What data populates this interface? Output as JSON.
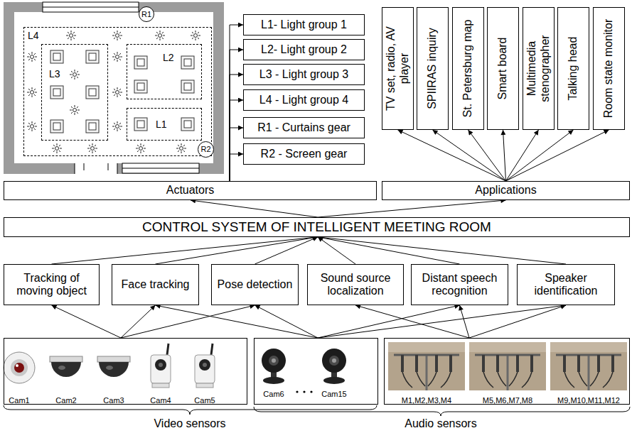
{
  "diagram": {
    "nodes": [
      {
        "text": [
          "L4"
        ]
      },
      {
        "text": [
          "L3"
        ],
        "in": 0
      },
      {
        "text": [
          "L2"
        ],
        "in": 0
      },
      {
        "text": [
          "L1"
        ],
        "in": 0
      },
      {
        "text": [
          "R1"
        ]
      },
      {
        "text": [
          "R2"
        ]
      },
      {
        "text": [
          "L1- Light group 1"
        ]
      },
      {
        "text": [
          "L2- Light group 2"
        ]
      },
      {
        "text": [
          "L3 - Light group 3"
        ]
      },
      {
        "text": [
          "L4 - Light group 4"
        ]
      },
      {
        "text": [
          "R1 - Curtains gear"
        ]
      },
      {
        "text": [
          "R2 - Screen gear"
        ]
      },
      {
        "text": [
          "TV set, radio, AV player"
        ]
      },
      {
        "text": [
          "SPIIRAS inquiry"
        ]
      },
      {
        "text": [
          "St. Petersburg map"
        ]
      },
      {
        "text": [
          "Smart board"
        ]
      },
      {
        "text": [
          "Multimedia stenographer"
        ]
      },
      {
        "text": [
          "Talking head"
        ]
      },
      {
        "text": [
          "Room state monitor"
        ]
      },
      {
        "text": [
          "Actuators"
        ]
      },
      {
        "text": [
          "Applications"
        ]
      },
      {
        "text": [
          "CONTROL SYSTEM OF INTELLIGENT MEETING ROOM"
        ]
      },
      {
        "text": [
          "Tracking of moving object"
        ]
      },
      {
        "text": [
          "Face tracking"
        ]
      },
      {
        "text": [
          "Pose detection"
        ]
      },
      {
        "text": [
          "Sound source localization"
        ]
      },
      {
        "text": [
          "Distant speech recognition"
        ]
      },
      {
        "text": [
          "Speaker identification"
        ]
      },
      {
        "text": [
          "Cam1",
          "Cam2",
          "Cam3",
          "Cam4",
          "Cam5"
        ]
      },
      {
        "text": [
          "Cam6",
          "Cam15"
        ]
      },
      {
        "text": [
          "M1,M2,M3,M4",
          "M5,M6,M7,M8",
          "M9,M10,M11,M12"
        ]
      }
    ],
    "edges": [
      {
        "from": 19,
        "to": 6,
        "arrow": "to"
      },
      {
        "from": 19,
        "to": 7,
        "arrow": "to"
      },
      {
        "from": 19,
        "to": 8,
        "arrow": "to"
      },
      {
        "from": 19,
        "to": 9,
        "arrow": "to"
      },
      {
        "from": 19,
        "to": 10,
        "arrow": "to"
      },
      {
        "from": 19,
        "to": 11,
        "arrow": "to"
      },
      {
        "from": 20,
        "to": 12,
        "arrow": "to"
      },
      {
        "from": 20,
        "to": 13,
        "arrow": "to"
      },
      {
        "from": 20,
        "to": 14,
        "arrow": "to"
      },
      {
        "from": 20,
        "to": 15,
        "arrow": "to"
      },
      {
        "from": 20,
        "to": 16,
        "arrow": "to"
      },
      {
        "from": 20,
        "to": 17,
        "arrow": "to"
      },
      {
        "from": 20,
        "to": 18,
        "arrow": "to"
      },
      {
        "from": 21,
        "to": 19,
        "arrow": "to"
      },
      {
        "from": 21,
        "to": 20,
        "arrow": "to"
      },
      {
        "from": 22,
        "to": 21,
        "arrow": "to"
      },
      {
        "from": 23,
        "to": 21,
        "arrow": "to"
      },
      {
        "from": 24,
        "to": 21,
        "arrow": "to"
      },
      {
        "from": 25,
        "to": 21,
        "arrow": "to"
      },
      {
        "from": 26,
        "to": 21,
        "arrow": "to"
      },
      {
        "from": 27,
        "to": 21,
        "arrow": "to"
      },
      {
        "from": 28,
        "to": 22,
        "arrow": "to"
      },
      {
        "from": 28,
        "to": 23,
        "arrow": "to"
      },
      {
        "from": 28,
        "to": 24,
        "arrow": "to"
      },
      {
        "from": 29,
        "to": 23,
        "arrow": "to"
      },
      {
        "from": 29,
        "to": 24,
        "arrow": "to"
      },
      {
        "from": 29,
        "to": 26,
        "arrow": "to"
      },
      {
        "from": 29,
        "to": 27,
        "arrow": "to"
      },
      {
        "from": 30,
        "to": 25,
        "arrow": "to"
      },
      {
        "from": 30,
        "to": 26,
        "arrow": "to"
      },
      {
        "from": 30,
        "to": 27,
        "arrow": "to"
      }
    ],
    "labels": [
      "Video sensors",
      "Audio sensors"
    ]
  }
}
